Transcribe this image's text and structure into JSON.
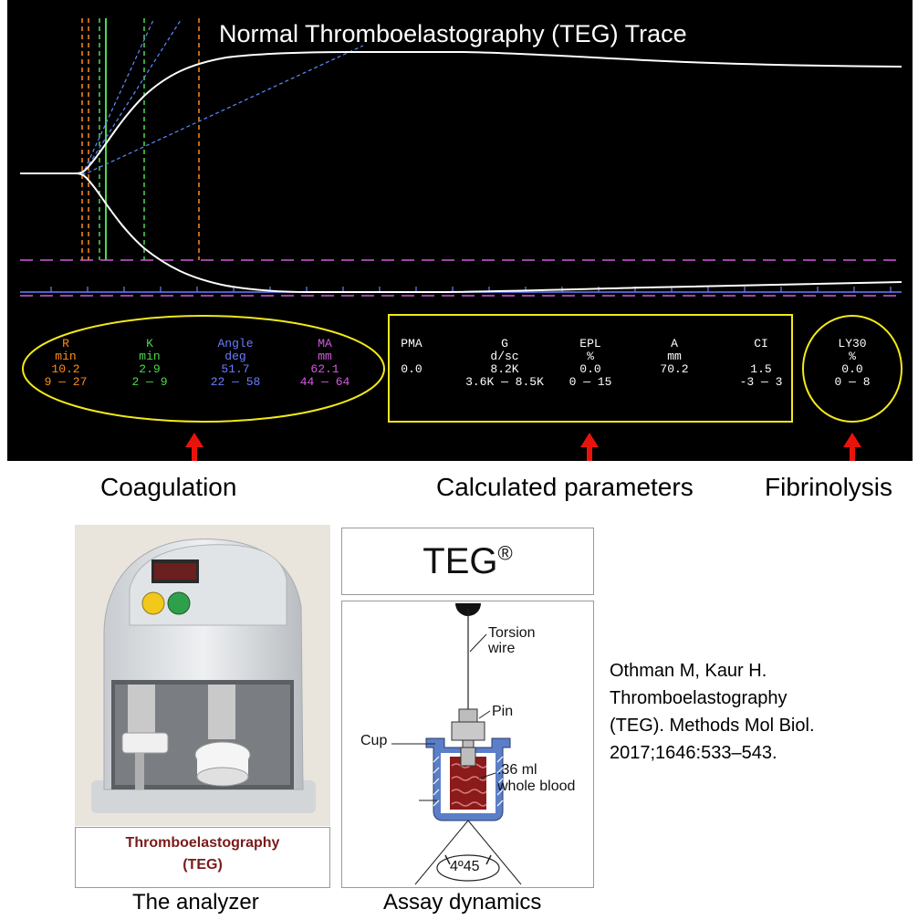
{
  "trace": {
    "title": "Normal Thromboelastography (TEG) Trace"
  },
  "coagulation_params": [
    {
      "name": "R",
      "unit": "min",
      "value": "10.2",
      "range": "9 — 27",
      "color": "#ff8c1a"
    },
    {
      "name": "K",
      "unit": "min",
      "value": "2.9",
      "range": "2 — 9",
      "color": "#4cd94c"
    },
    {
      "name": "Angle",
      "unit": "deg",
      "value": "51.7",
      "range": "22 — 58",
      "color": "#6b7dff"
    },
    {
      "name": "MA",
      "unit": "mm",
      "value": "62.1",
      "range": "44 — 64",
      "color": "#d25be0"
    }
  ],
  "calculated_params": [
    {
      "name": "PMA",
      "unit": "",
      "value": "0.0",
      "range": ""
    },
    {
      "name": "G",
      "unit": "d/sc",
      "value": "8.2K",
      "range": "3.6K — 8.5K"
    },
    {
      "name": "EPL",
      "unit": "%",
      "value": "0.0",
      "range": "0 — 15"
    },
    {
      "name": "A",
      "unit": "mm",
      "value": "70.2",
      "range": ""
    },
    {
      "name": "CI",
      "unit": "",
      "value": "1.5",
      "range": "-3 — 3"
    }
  ],
  "fibrinolysis_param": {
    "name": "LY30",
    "unit": "%",
    "value": "0.0",
    "range": "0 — 8"
  },
  "captions": {
    "coagulation": "Coagulation",
    "calculated": "Calculated parameters",
    "fibrinolysis": "Fibrinolysis",
    "analyzer": "The analyzer",
    "assay": "Assay dynamics"
  },
  "analyzer_label": {
    "line1": "Thromboelastography",
    "line2": "(TEG)",
    "color": "#7a1a1a"
  },
  "teg_logo": {
    "text": "TEG",
    "mark": "®"
  },
  "assay_labels": {
    "torsion_line1": "Torsion",
    "torsion_line2": "wire",
    "pin": "Pin",
    "cup": "Cup",
    "blood_line1": ".36 ml",
    "blood_line2": "whole blood",
    "angle": "4º45"
  },
  "citation": {
    "line1": "Othman M, Kaur H.",
    "line2": "Thromboelastography",
    "line3": "(TEG). Methods Mol Biol.",
    "line4": "2017;1646:533–543."
  },
  "colors": {
    "highlight": "#f2e81a",
    "arrow": "#e8140c",
    "panel_bg": "#000000",
    "blood": "#8b1a1a",
    "cup_blue": "#5a7fc8"
  }
}
